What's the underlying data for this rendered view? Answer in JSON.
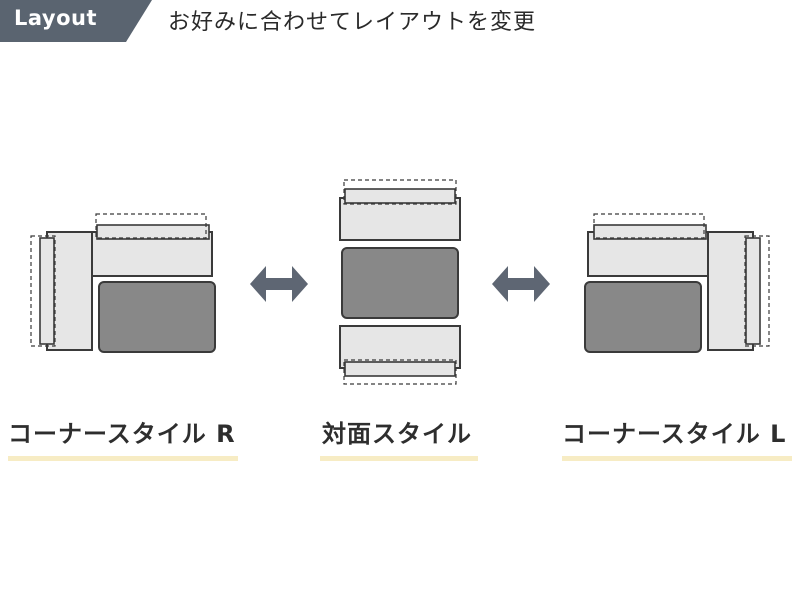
{
  "header": {
    "badge_label": "Layout",
    "subtitle": "お好みに合わせてレイアウトを変更"
  },
  "layouts": [
    {
      "label": "コーナースタイル R"
    },
    {
      "label": "対面スタイル"
    },
    {
      "label": "コーナースタイル L"
    }
  ],
  "colors": {
    "badge_bg": "#5a6470",
    "arrow": "#5e6673",
    "sofa_fill": "#e6e6e6",
    "sofa_stroke": "#3a3a3a",
    "table_fill": "#888888",
    "underline": "#f7ecc4"
  },
  "icons": [
    "double-arrow-icon",
    "double-arrow-icon"
  ]
}
